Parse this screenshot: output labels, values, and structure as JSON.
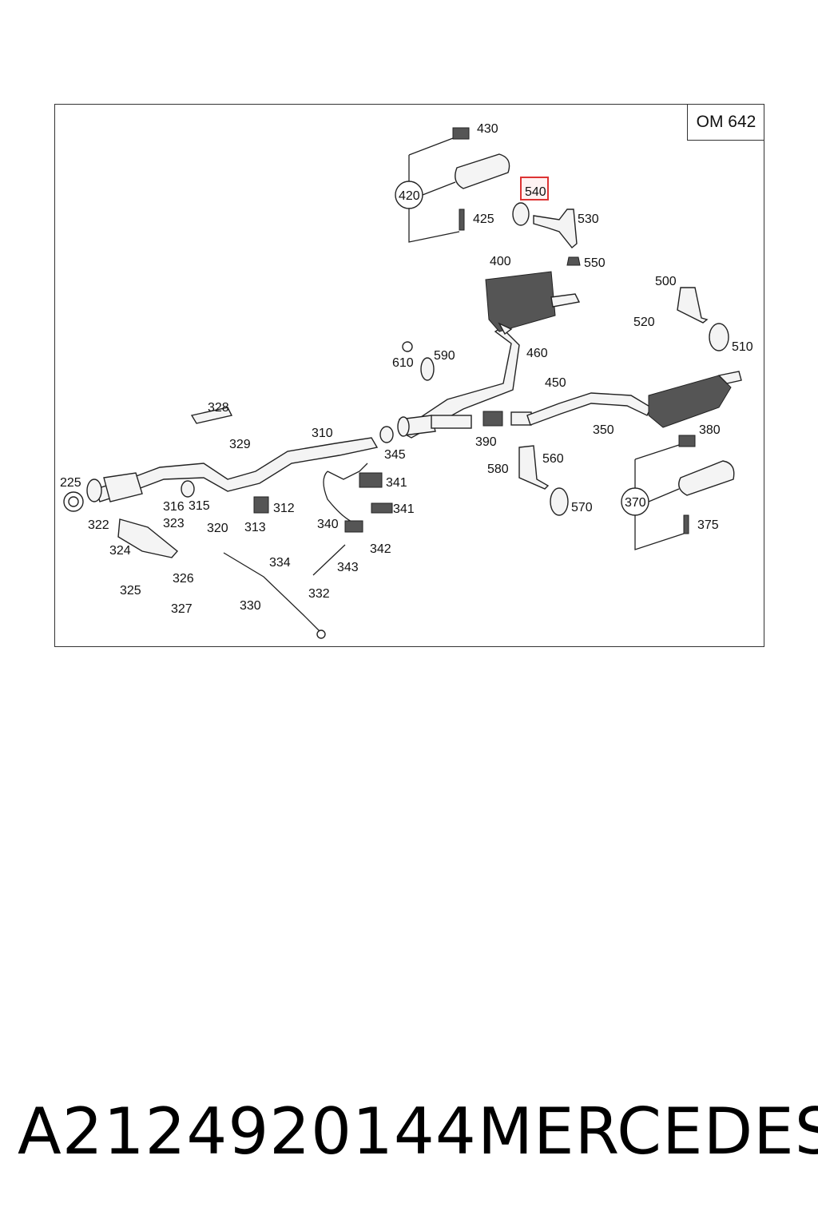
{
  "engine_code": "OM 642",
  "footer": {
    "part_number": "A2124920144",
    "brand": "MERCEDES"
  },
  "highlighted_part": "540",
  "callouts": [
    "225",
    "310",
    "312",
    "313",
    "315",
    "316",
    "320",
    "322",
    "323",
    "324",
    "325",
    "326",
    "327",
    "328",
    "329",
    "330",
    "332",
    "334",
    "340",
    "341",
    "341",
    "342",
    "343",
    "345",
    "350",
    "370",
    "375",
    "380",
    "390",
    "400",
    "420",
    "425",
    "430",
    "450",
    "460",
    "500",
    "510",
    "520",
    "530",
    "540",
    "550",
    "560",
    "570",
    "580",
    "590",
    "610"
  ]
}
